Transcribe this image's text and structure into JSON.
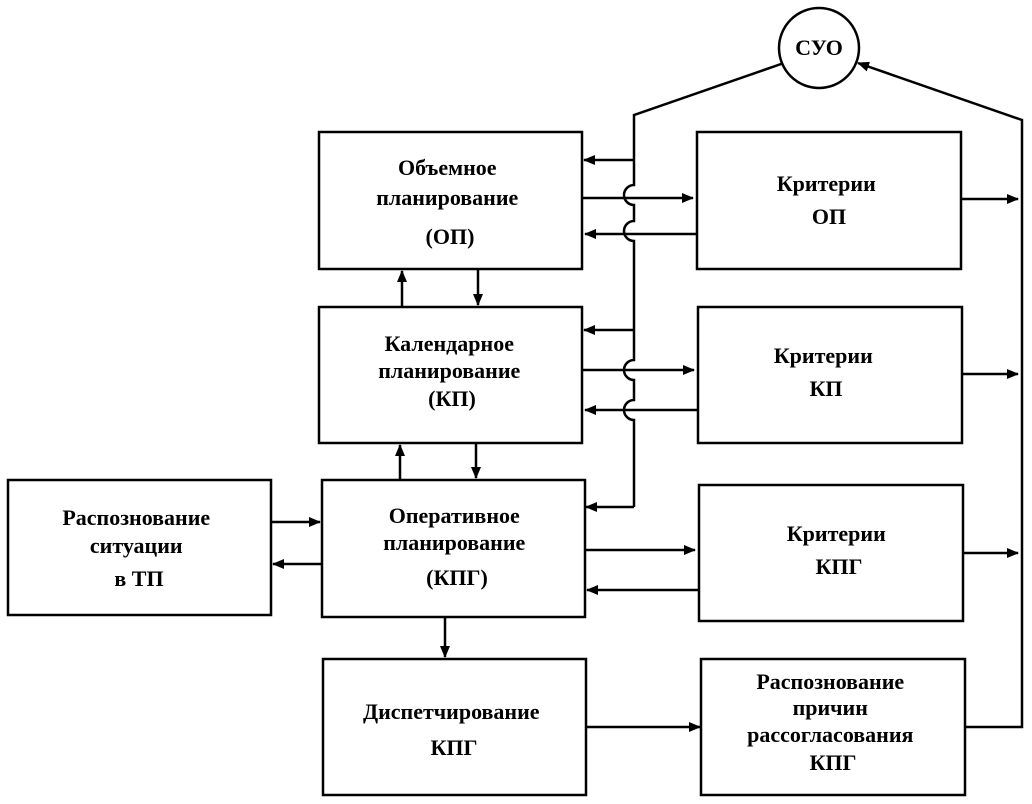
{
  "nodes": {
    "suo": {
      "lines": [
        "СУО"
      ]
    },
    "op": {
      "lines": [
        "Объемное",
        "планирование",
        "(ОП)"
      ]
    },
    "crit_op": {
      "lines": [
        "Критерии",
        "ОП"
      ]
    },
    "kp": {
      "lines": [
        "Календарное",
        "планирование",
        "(КП)"
      ]
    },
    "crit_kp": {
      "lines": [
        "Критерии",
        "КП"
      ]
    },
    "recog_tp": {
      "lines": [
        "Распознование",
        "ситуации",
        "в ТП"
      ]
    },
    "opkpg": {
      "lines": [
        "Оперативное",
        "планирование",
        "(КПГ)"
      ]
    },
    "crit_kpg": {
      "lines": [
        "Критерии",
        "КПГ"
      ]
    },
    "disp": {
      "lines": [
        "Диспетчирование",
        "КПГ"
      ]
    },
    "recog_cause": {
      "lines": [
        "Распознование",
        "причин",
        "рассогласования",
        "КПГ"
      ]
    }
  }
}
